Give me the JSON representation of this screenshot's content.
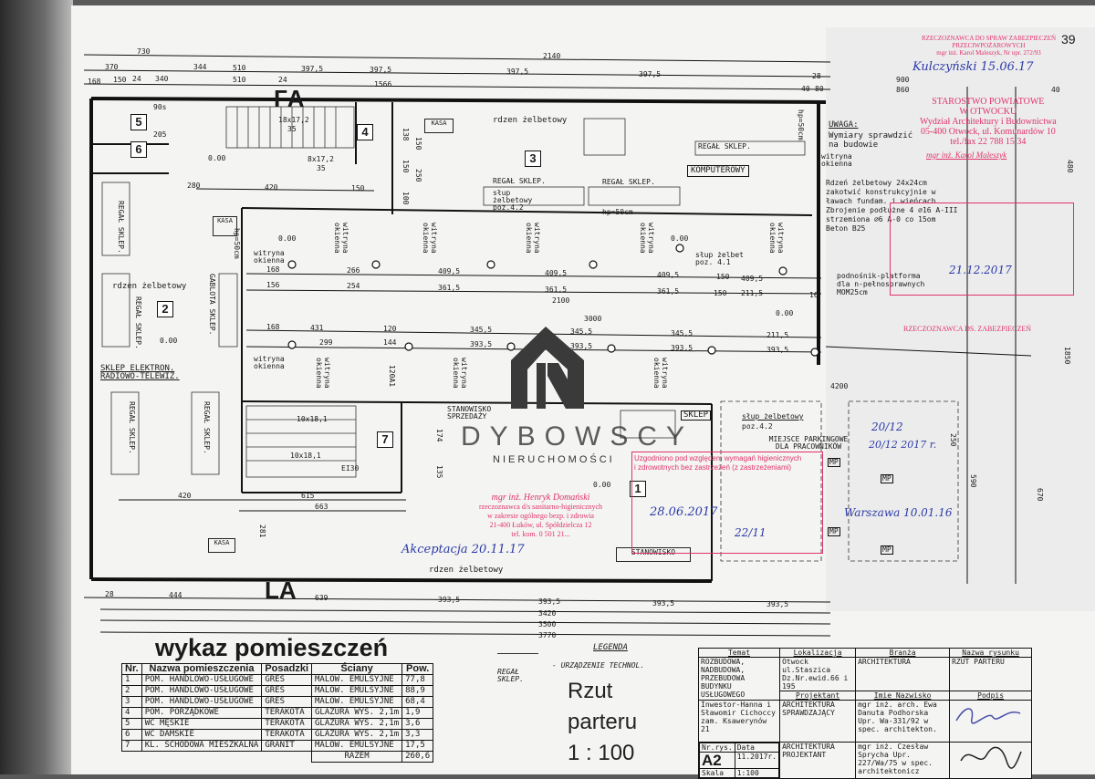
{
  "page_number": "39",
  "section_marks": {
    "top": "ГA",
    "bottom": "LA"
  },
  "dimensions": {
    "top_row1": [
      "730",
      "2140"
    ],
    "top_row2": [
      "370",
      "344",
      "510",
      "397,5",
      "397,5",
      "397,5",
      "397,5"
    ],
    "top_row3": [
      "168",
      "150",
      "24",
      "340",
      "510",
      "24",
      "1566",
      "28",
      "40",
      "80"
    ],
    "right": [
      "900",
      "860",
      "40"
    ],
    "interior_a": [
      "280",
      "420",
      "150"
    ],
    "interior_b": [
      "168",
      "266",
      "409,5",
      "409,5",
      "409,5",
      "150",
      "409,5"
    ],
    "interior_c": [
      "156",
      "254",
      "361,5",
      "361,5",
      "361,5",
      "150",
      "211,5",
      "16",
      "2100"
    ],
    "interior_d": [
      "168",
      "431",
      "120",
      "345,5",
      "345,5",
      "345,5",
      "211,5",
      "3000"
    ],
    "interior_e": [
      "299",
      "144",
      "393,5",
      "393,5",
      "393,5",
      "393,5"
    ],
    "interior_f": [
      "420",
      "615",
      "663",
      "281",
      "4200"
    ],
    "bottom_row1": [
      "28",
      "444",
      "639",
      "393,5",
      "393,5",
      "393,5",
      "393,5"
    ],
    "bottom_row2": [
      "3420",
      "3500",
      "3770"
    ],
    "vertical": [
      "138",
      "150",
      "150",
      "250",
      "100",
      "174",
      "135",
      "1850",
      "670",
      "590",
      "250",
      "480"
    ]
  },
  "plan_labels": {
    "level": "0.00",
    "stair1": "18x17,2",
    "stair1_b": "35",
    "stair2": "8x17,2",
    "stair2_b": "35",
    "stair3": "10x18,1",
    "stair4": "10x18,1",
    "door_90": "90s",
    "door_205": "205",
    "door_a1": "120A1",
    "kasa": "KASA",
    "rdzen_zelbet": "rdzen żelbetowy",
    "regal_sklep": "REGAŁ SKLEP.",
    "regal_sklep2": "REGAŁ SKLEP.",
    "gablota": "GABLOTA SKLEP.",
    "witryna": "witryna okienna",
    "slup_zelbet": "słup żelbetowy poz.4.2",
    "slup_zelbet_41": "słup żelbet poz. 4.1",
    "slup_zelbetowy_b": "słup żelbetowy",
    "poz42": "poz.4.2",
    "hp": "hp=50cm",
    "komputerowy": "KOMPUTEROWY",
    "regal_sklep_top": "REGAŁ SKLEP.",
    "sklep_elektron": "SKLEP ELEKTRON. RADIOWO-TELEWIZ.",
    "stanowisko": "STANOWISKO",
    "stanowisko_sprz": "STANOWISKO SPRZEDAŻY",
    "sklep": "SKLEP",
    "miejsce_parkingowe": "MIEJSCE PARKINGOWE DLA PRACOWNIKÓW",
    "mp": "MP",
    "ei30": "EI30",
    "uwaga_title": "UWAGA:",
    "uwaga_text": "Wymiary sprawdzić na budowie",
    "rdzen_note": [
      "Rdzeń żelbetowy 24x24cm",
      "zakotwić konstrukcyjnie w",
      "ławach fundam. i wieńcach",
      "Zbrojenie podłużne 4 ∅16 A-III",
      "strzemiona ∅6 A-0 co 15om",
      "Beton B25"
    ],
    "podnosnik": [
      "podnośnik-platforma",
      "dla n-pełnosprawnych",
      "MOM25cm"
    ]
  },
  "room_numbers": [
    "1",
    "2",
    "3",
    "4",
    "5",
    "6",
    "7"
  ],
  "watermark": {
    "brand": "DYBOWSCY",
    "sub": "NIERUCHOMOŚCI"
  },
  "stamps": {
    "fire": [
      "RZECZOZNAWCA DO SPRAW ZABEZPIECZEŃ",
      "PRZECIWPOŻAROWYCH",
      "mgr inż. Karol Maleszyk, Nr upr. 272/93"
    ],
    "starostwo": [
      "STAROSTWO POWIATOWE",
      "W OTWOCKU",
      "Wydział Architektury i Budownictwa",
      "05-400 Otwock, ul. Komunardów 10",
      "tel./fax 22 788 15 34"
    ],
    "maleszyk": "mgr inż. Karol Maleszyk",
    "hygiene": [
      "Uzgodniono pod względem wymagań higienicznych",
      "i zdrowotnych bez zastrzeżeń (z zastrzeżeniami)"
    ],
    "domanski": [
      "mgr inż. Henryk Domański",
      "rzeczoznawca d/s sanitarno-higienicznych",
      "w zakresie ogólnego bezp. i zdrowia",
      "21-400 Łuków, ul. Spółdzielcza 12",
      "tel. kom. 0 501 21..."
    ],
    "date_note": "20/12 2017 r.",
    "rzeczoznawca2": "RZECZOZNAWCA DS. ZABEZPIECZEŃ"
  },
  "legend": {
    "title": "LEGENDA",
    "item": "- URZĄDZENIE TECHNOL.",
    "regal": "REGAŁ SKLEP."
  },
  "drawing_title": {
    "line1": "Rzut",
    "line2": "parteru",
    "scale": "1 : 100"
  },
  "room_table": {
    "title": "wykaz pomieszczeń",
    "headers": [
      "Nr.",
      "Nazwa pomieszczenia",
      "Posadzki",
      "Ściany",
      "Pow."
    ],
    "rows": [
      [
        "1",
        "POM. HANDLOWO-USŁUGOWE",
        "GRES",
        "MALOW. EMULSYJNE",
        "77,8"
      ],
      [
        "2",
        "POM. HANDLOWO-USŁUGOWE",
        "GRES",
        "MALOW. EMULSYJNE",
        "88,9"
      ],
      [
        "3",
        "POM. HANDLOWO-USŁUGOWE",
        "GRES",
        "MALOW. EMULSYJNE",
        "68,4"
      ],
      [
        "4",
        "POM. PORZĄDKOWE",
        "TERAKOTA",
        "GLAZURA WYS. 2,1m",
        "1,9"
      ],
      [
        "5",
        "WC MĘSKIE",
        "TERAKOTA",
        "GLAZURA WYS. 2,1m",
        "3,6"
      ],
      [
        "6",
        "WC DAMSKIE",
        "TERAKOTA",
        "GLAZURA WYS. 2,1m",
        "3,3"
      ],
      [
        "7",
        "KL. SCHODOWA MIESZKALNA",
        "GRANIT",
        "MALOW. EMULSYJNE",
        "17,5"
      ]
    ],
    "total_label": "RAZEM",
    "total_value": "260,6"
  },
  "title_block": {
    "temat_h": "Temat",
    "temat": "ROZBUDOWA, NADBUDOWA, PRZEBUDOWA BUDYNKU USŁUGOWEGO",
    "inwestor": "Inwestor-Hanna i Sławomir Cichoccy zam. Ksawerynów 21",
    "lokalizacja_h": "Lokalizacja",
    "lokalizacja": "Otwock ul.Staszica Dz.Nr.ewid.66 i 195",
    "branza_h": "Branża",
    "branza": "ARCHITEKTURA",
    "nazwa_h": "Nazwa rysunku",
    "nazwa": "RZUT PARTERU",
    "projektant_h": "Projektant",
    "imie_h": "Imie Nazwisko",
    "podpis_h": "Podpis",
    "role1": "ARCHITEKTURA SPRAWDZAJĄCY",
    "person1": "mgr inż. arch. Ewa Danuta Podhorska Upr. Wa-331/92 w spec. architekton.",
    "role2": "ARCHITEKTURA PROJEKTANT",
    "person2": "mgr inż. Czesław Sprycha Upr. 227/Wa/75 w spec. architektonicz",
    "nr_h": "Nr.rys.",
    "data_h": "Data",
    "nr": "A2",
    "data": "11.2017r.",
    "skala_h": "Skala",
    "skala": "1:100"
  },
  "handwriting": [
    "Kulczyński 15.06.17",
    "20/12",
    "21.12.2017",
    "Akceptacja 20.11.17",
    "28.06.2017",
    "22/11",
    "Warszawa 10.01.16"
  ]
}
